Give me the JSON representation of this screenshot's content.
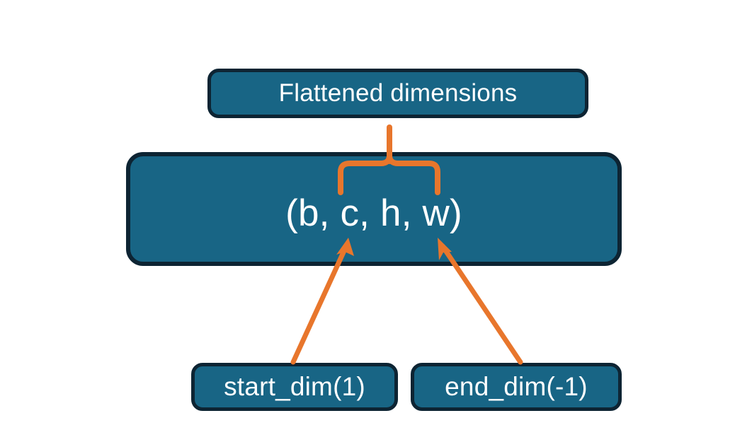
{
  "diagram": {
    "title_box": {
      "label": "Flattened dimensions"
    },
    "shape_box": {
      "label": "(b, c, h, w)"
    },
    "start_box": {
      "label": "start_dim(1)"
    },
    "end_box": {
      "label": "end_dim(-1)"
    },
    "colors": {
      "box_fill": "#186585",
      "box_border": "#0d2433",
      "connector": "#E8762C",
      "text": "#ffffff",
      "background": "#ffffff"
    },
    "connectors": [
      {
        "name": "brace-to-flattened",
        "type": "curly-brace",
        "spans": "c, h, w",
        "points_to": "Flattened dimensions"
      },
      {
        "name": "start-dim-arrow",
        "type": "arrow",
        "from": "start_dim(1)",
        "to": "c"
      },
      {
        "name": "end-dim-arrow",
        "type": "arrow",
        "from": "end_dim(-1)",
        "to": "w"
      }
    ]
  }
}
